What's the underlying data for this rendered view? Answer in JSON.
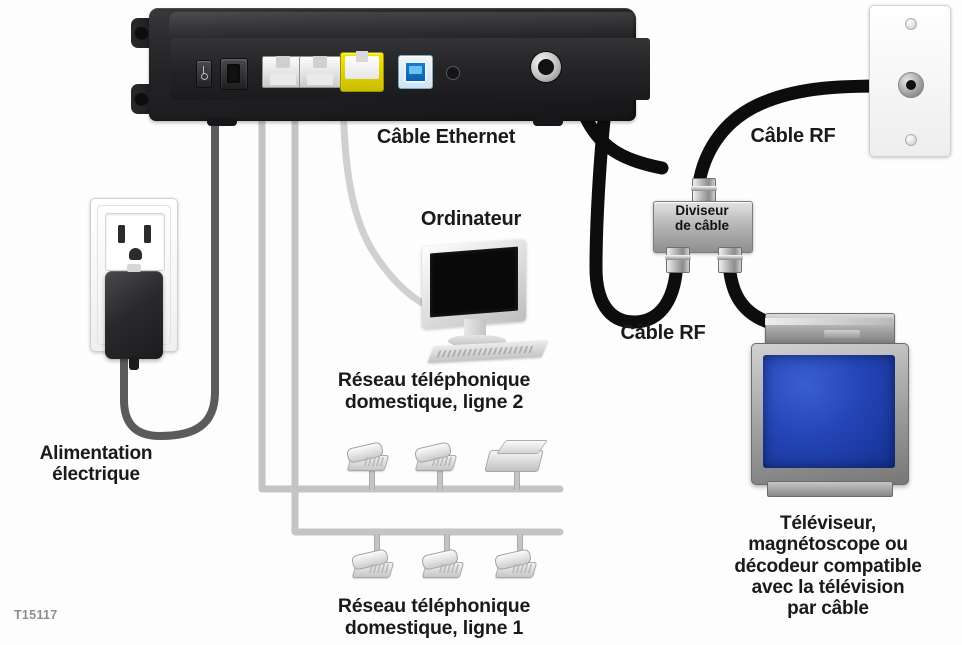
{
  "diagram": {
    "title_reference": "T15117",
    "language": "fr",
    "subject": "Schéma de raccordement d'un modem câble"
  },
  "labels": {
    "ethernet_cable": "Câble Ethernet",
    "computer": "Ordinateur",
    "rf_cable_top": "Câble RF",
    "rf_cable_bottom": "Câble RF",
    "splitter": "Diviseur\nde câble",
    "power_supply": "Alimentation\nélectrique",
    "phone_line_2": "Réseau téléphonique\ndomestique, ligne 2",
    "phone_line_1": "Réseau téléphonique\ndomestique, ligne 1",
    "television": "Téléviseur,\nmagnétoscope ou\ndécodeur compatible\navec la télévision\npar câble"
  },
  "modem": {
    "ports": [
      {
        "name": "power-switch",
        "type": "switch",
        "color": "#2a2a2c"
      },
      {
        "name": "power-jack",
        "type": "dc-jack",
        "color": "#1e1e20"
      },
      {
        "name": "telephone-port-1",
        "type": "rj11",
        "color": "#f0f0f0"
      },
      {
        "name": "telephone-port-2",
        "type": "rj11",
        "color": "#f0f0f0"
      },
      {
        "name": "ethernet-port",
        "type": "rj45",
        "color": "#e2d400"
      },
      {
        "name": "usb-port",
        "type": "usb-b",
        "color": "#0a5fa8"
      },
      {
        "name": "reset-button",
        "type": "recessed-button",
        "color": "#141416"
      },
      {
        "name": "rf-connector",
        "type": "f-connector",
        "color": "#bdbdbd"
      }
    ],
    "chassis_color": "#232325"
  },
  "colors": {
    "rf_cable": "#0d0d0d",
    "power_cable": "#5b5b5b",
    "signal_cable": "#c4c4c4",
    "ethernet_cable": "#d0d0d0",
    "tv_screen": "#2546b8",
    "ethernet_port": "#e2d400",
    "usb_port": "#0a5fa8",
    "label_text": "#1a1a1a",
    "reference_text": "#8d8d8d"
  },
  "devices": {
    "line2": [
      "telephone",
      "telephone",
      "fax-machine"
    ],
    "line1": [
      "telephone",
      "telephone",
      "telephone"
    ]
  }
}
